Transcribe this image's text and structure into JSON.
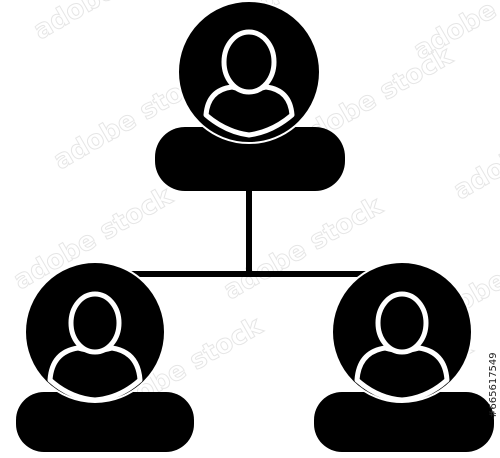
{
  "image": {
    "watermark_text": "adobe stock",
    "stock_id": "#665617549",
    "colors": {
      "fill": "#000000",
      "background": "#ffffff",
      "outline": "#ffffff"
    }
  },
  "icon": {
    "name": "organization-hierarchy-icon",
    "nodes": [
      {
        "role": "top-person"
      },
      {
        "role": "bottom-left-person"
      },
      {
        "role": "bottom-right-person"
      }
    ]
  }
}
